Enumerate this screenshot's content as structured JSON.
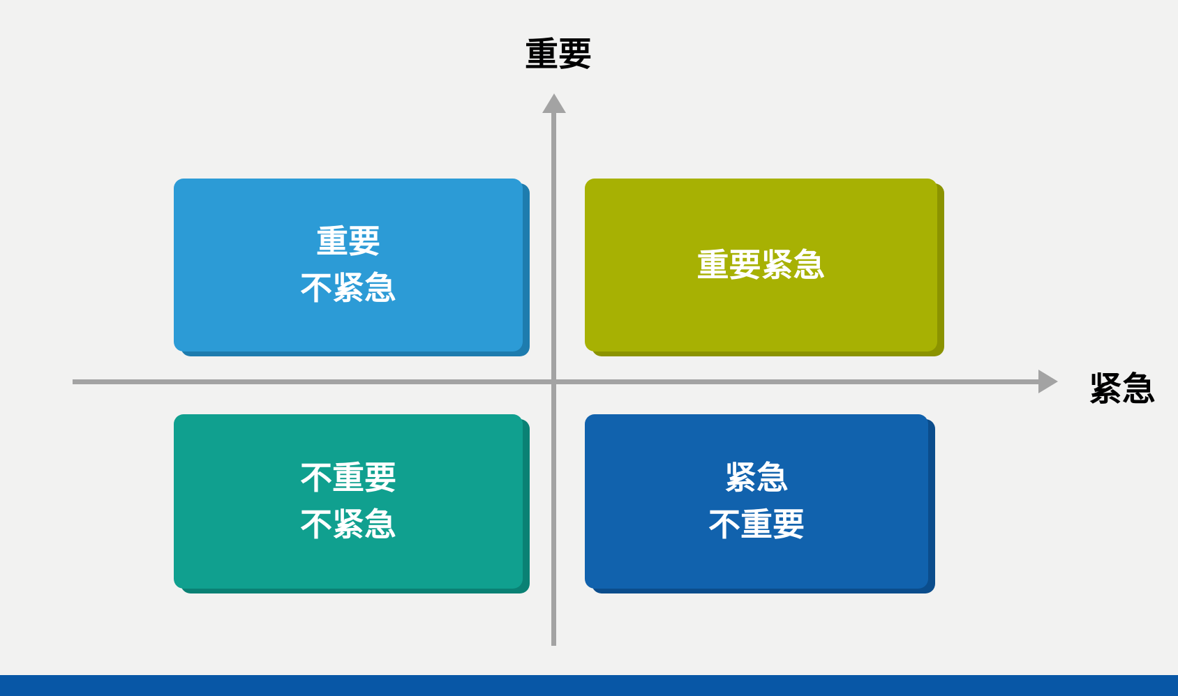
{
  "diagram": {
    "type": "quadrant-matrix",
    "axes": {
      "vertical_label": "重要",
      "horizontal_label": "紧急"
    },
    "quadrants": {
      "top_left": {
        "line1": "重要",
        "line2": "不紧急",
        "color": "#2c9bd6",
        "edge": "#1e7cae"
      },
      "top_right": {
        "line1": "重要紧急",
        "line2": "",
        "color": "#a7b103",
        "edge": "#8b9300"
      },
      "bottom_left": {
        "line1": "不重要",
        "line2": "不紧急",
        "color": "#10a08f",
        "edge": "#0a8174"
      },
      "bottom_right": {
        "line1": "紧急",
        "line2": "不重要",
        "color": "#1162ad",
        "edge": "#0b4d8c"
      }
    },
    "colors": {
      "background": "#f2f2f1",
      "axis": "#a3a3a3",
      "box_text": "#ffffff",
      "axis_label_text": "#000000",
      "footer_bar": "#0857a6"
    }
  }
}
